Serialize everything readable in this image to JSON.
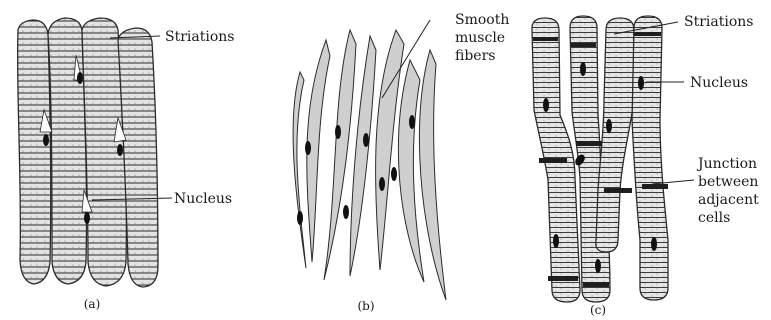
{
  "panel_a": {
    "caption": "(a)",
    "labels": {
      "striations": "Striations",
      "nucleus": "Nucleus"
    }
  },
  "panel_b": {
    "caption": "(b)",
    "labels": {
      "smooth_line1": "Smooth",
      "smooth_line2": "muscle",
      "smooth_line3": "fibers"
    }
  },
  "panel_c": {
    "caption": "(c)",
    "labels": {
      "striations": "Striations",
      "nucleus": "Nucleus",
      "junction_line1": "Junction",
      "junction_line2": "between",
      "junction_line3": "adjacent",
      "junction_line4": "cells"
    }
  },
  "colors": {
    "ink": "#1a1a1a",
    "cell_fill": "#d9d9d9",
    "nucleus": "#111111",
    "background": "#ffffff"
  }
}
